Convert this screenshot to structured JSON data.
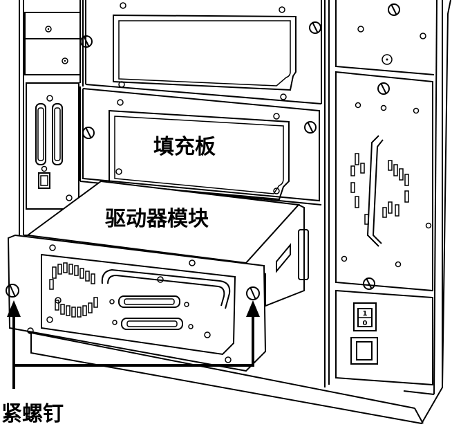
{
  "labels": {
    "filler_panel": "填充板",
    "drive_module": "驱动器模块",
    "captive_screws": "紧螺钉"
  },
  "switch": {
    "on": "1",
    "off": "0"
  }
}
